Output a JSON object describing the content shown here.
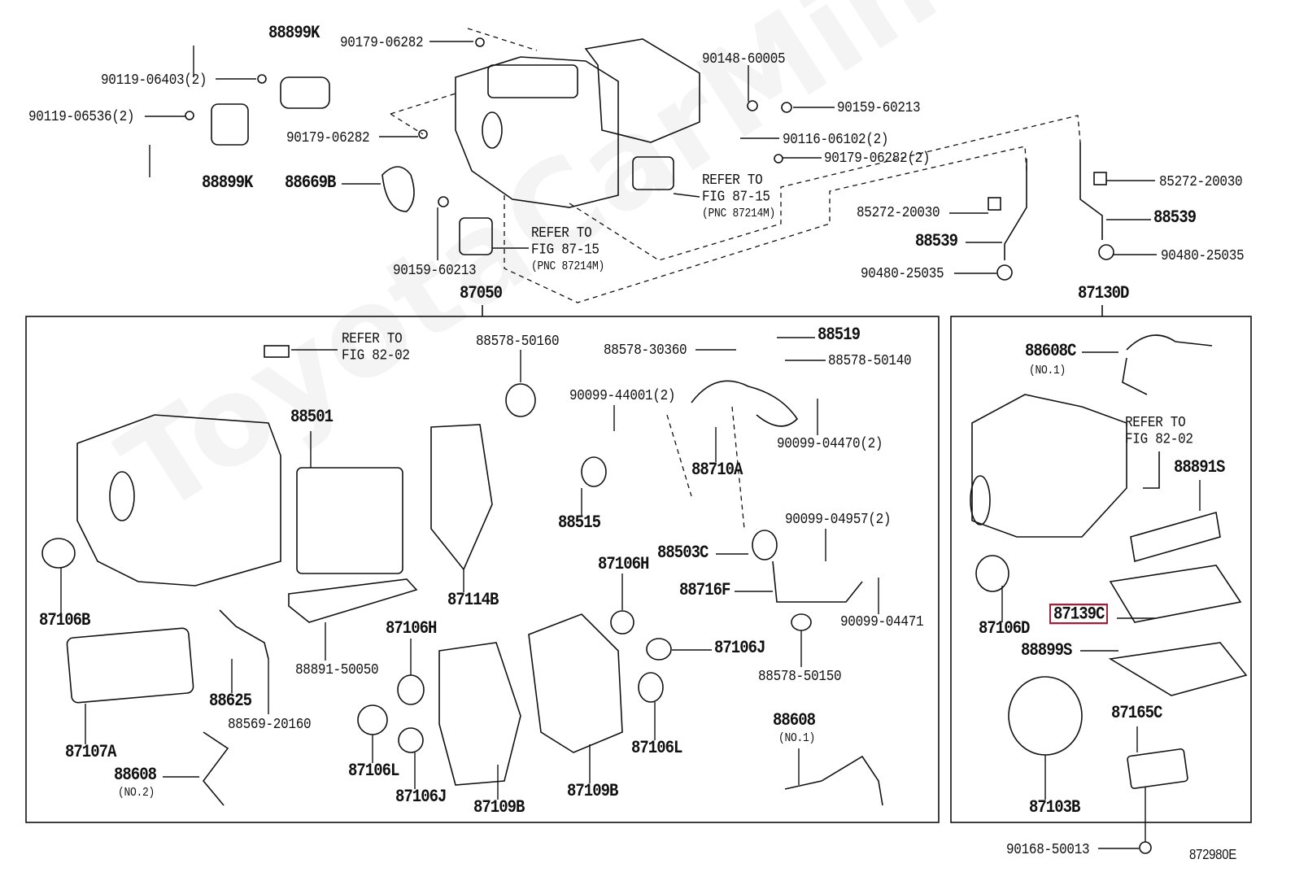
{
  "diagram_code": "872980E",
  "watermark": "ToyotaCarMine.ru",
  "highlight_color": "#a0203a",
  "highlighted_part": "87139C",
  "refer_fig_87_15": [
    "REFER TO",
    "FIG 87-15",
    "(PNC 87214M)"
  ],
  "refer_fig_82_02": [
    "REFER TO",
    "FIG 82-02"
  ],
  "assemblies": {
    "main": "87050",
    "blower": "87130D"
  },
  "top_labels": [
    "88899K",
    "90179-06282",
    "90119-06403(2)",
    "90119-06536(2)",
    "90179-06282",
    "88899K",
    "88669B",
    "90159-60213",
    "90148-60005",
    "90159-60213",
    "90116-06102(2)",
    "90179-06282(2)",
    "85272-20030",
    "88539",
    "90480-25035",
    "85272-20030",
    "88539",
    "90480-25035"
  ],
  "main_labels": [
    "88578-50160",
    "88578-30360",
    "88519",
    "88578-50140",
    "90099-44001(2)",
    "88501",
    "90099-04470(2)",
    "88710A",
    "88515",
    "90099-04957(2)",
    "88503C",
    "87106H",
    "88716F",
    "90099-04471",
    "87106B",
    "87114B",
    "87106H",
    "87106J",
    "88891-50050",
    "88578-50150",
    "88625",
    "88569-20160",
    "87107A",
    "88608",
    "(NO.2)",
    "87106L",
    "87106L",
    "87106J",
    "87109B",
    "87109B",
    "88608",
    "(NO.1)"
  ],
  "blower_labels": [
    "88608C",
    "(NO.1)",
    "88891S",
    "87106D",
    "87139C",
    "88899S",
    "87165C",
    "87103B",
    "90168-50013"
  ]
}
